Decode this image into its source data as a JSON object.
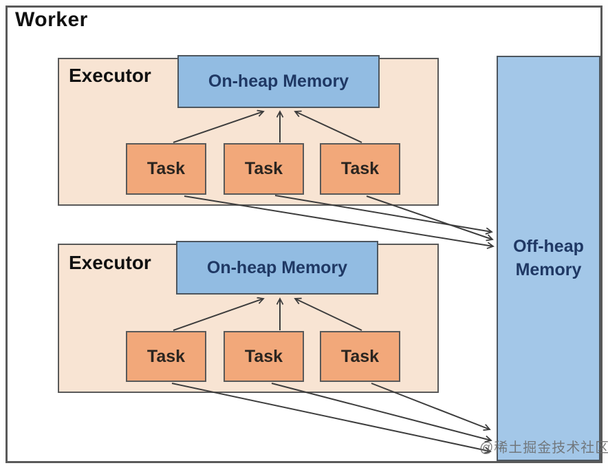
{
  "diagram": {
    "worker": {
      "label": "Worker"
    },
    "executors": [
      {
        "label": "Executor",
        "onheap_label": "On-heap Memory",
        "tasks": [
          "Task",
          "Task",
          "Task"
        ]
      },
      {
        "label": "Executor",
        "onheap_label": "On-heap Memory",
        "tasks": [
          "Task",
          "Task",
          "Task"
        ]
      }
    ],
    "offheap": {
      "label": "Off-heap Memory"
    },
    "watermark": "@稀土掘金技术社区",
    "colors": {
      "executor_fill": "#f8e4d3",
      "task_fill": "#f2a87a",
      "onheap_fill": "#92bce2",
      "offheap_fill": "#a3c7e8",
      "box_border": "#595959",
      "memory_border": "#4d565e",
      "memory_text": "#1f3864",
      "task_text": "#2b2520",
      "arrow": "#3d3d3d"
    }
  }
}
